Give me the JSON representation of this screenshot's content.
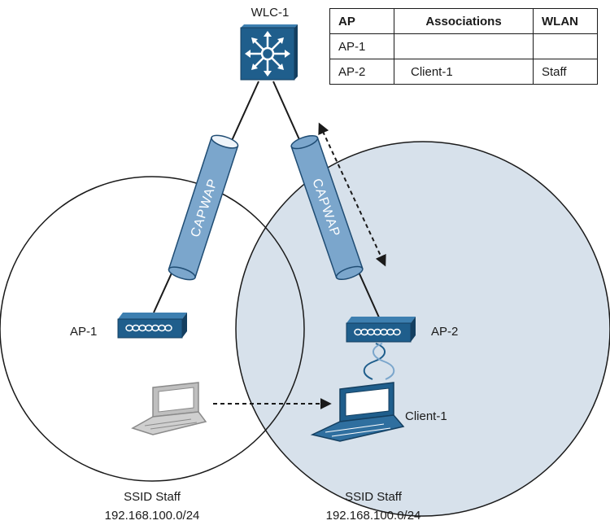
{
  "controller": {
    "label": "WLC-1"
  },
  "tunnels": [
    {
      "label": "CAPWAP"
    },
    {
      "label": "CAPWAP"
    }
  ],
  "access_points": [
    {
      "label": "AP-1"
    },
    {
      "label": "AP-2"
    }
  ],
  "client": {
    "label": "Client-1"
  },
  "cells": [
    {
      "ssid": "SSID Staff",
      "subnet": "192.168.100.0/24"
    },
    {
      "ssid": "SSID Staff",
      "subnet": "192.168.100.0/24"
    }
  ],
  "table": {
    "headers": [
      "AP",
      "Associations",
      "WLAN"
    ],
    "rows": [
      [
        "AP-1",
        "",
        ""
      ],
      [
        "AP-2",
        "Client-1",
        "Staff"
      ]
    ]
  },
  "colors": {
    "device_blue": "#1f5e8c",
    "tunnel_blue": "#7ba6cc",
    "cell_fill": "#d7e1eb",
    "ghost_laptop": "#9a9a9a"
  }
}
